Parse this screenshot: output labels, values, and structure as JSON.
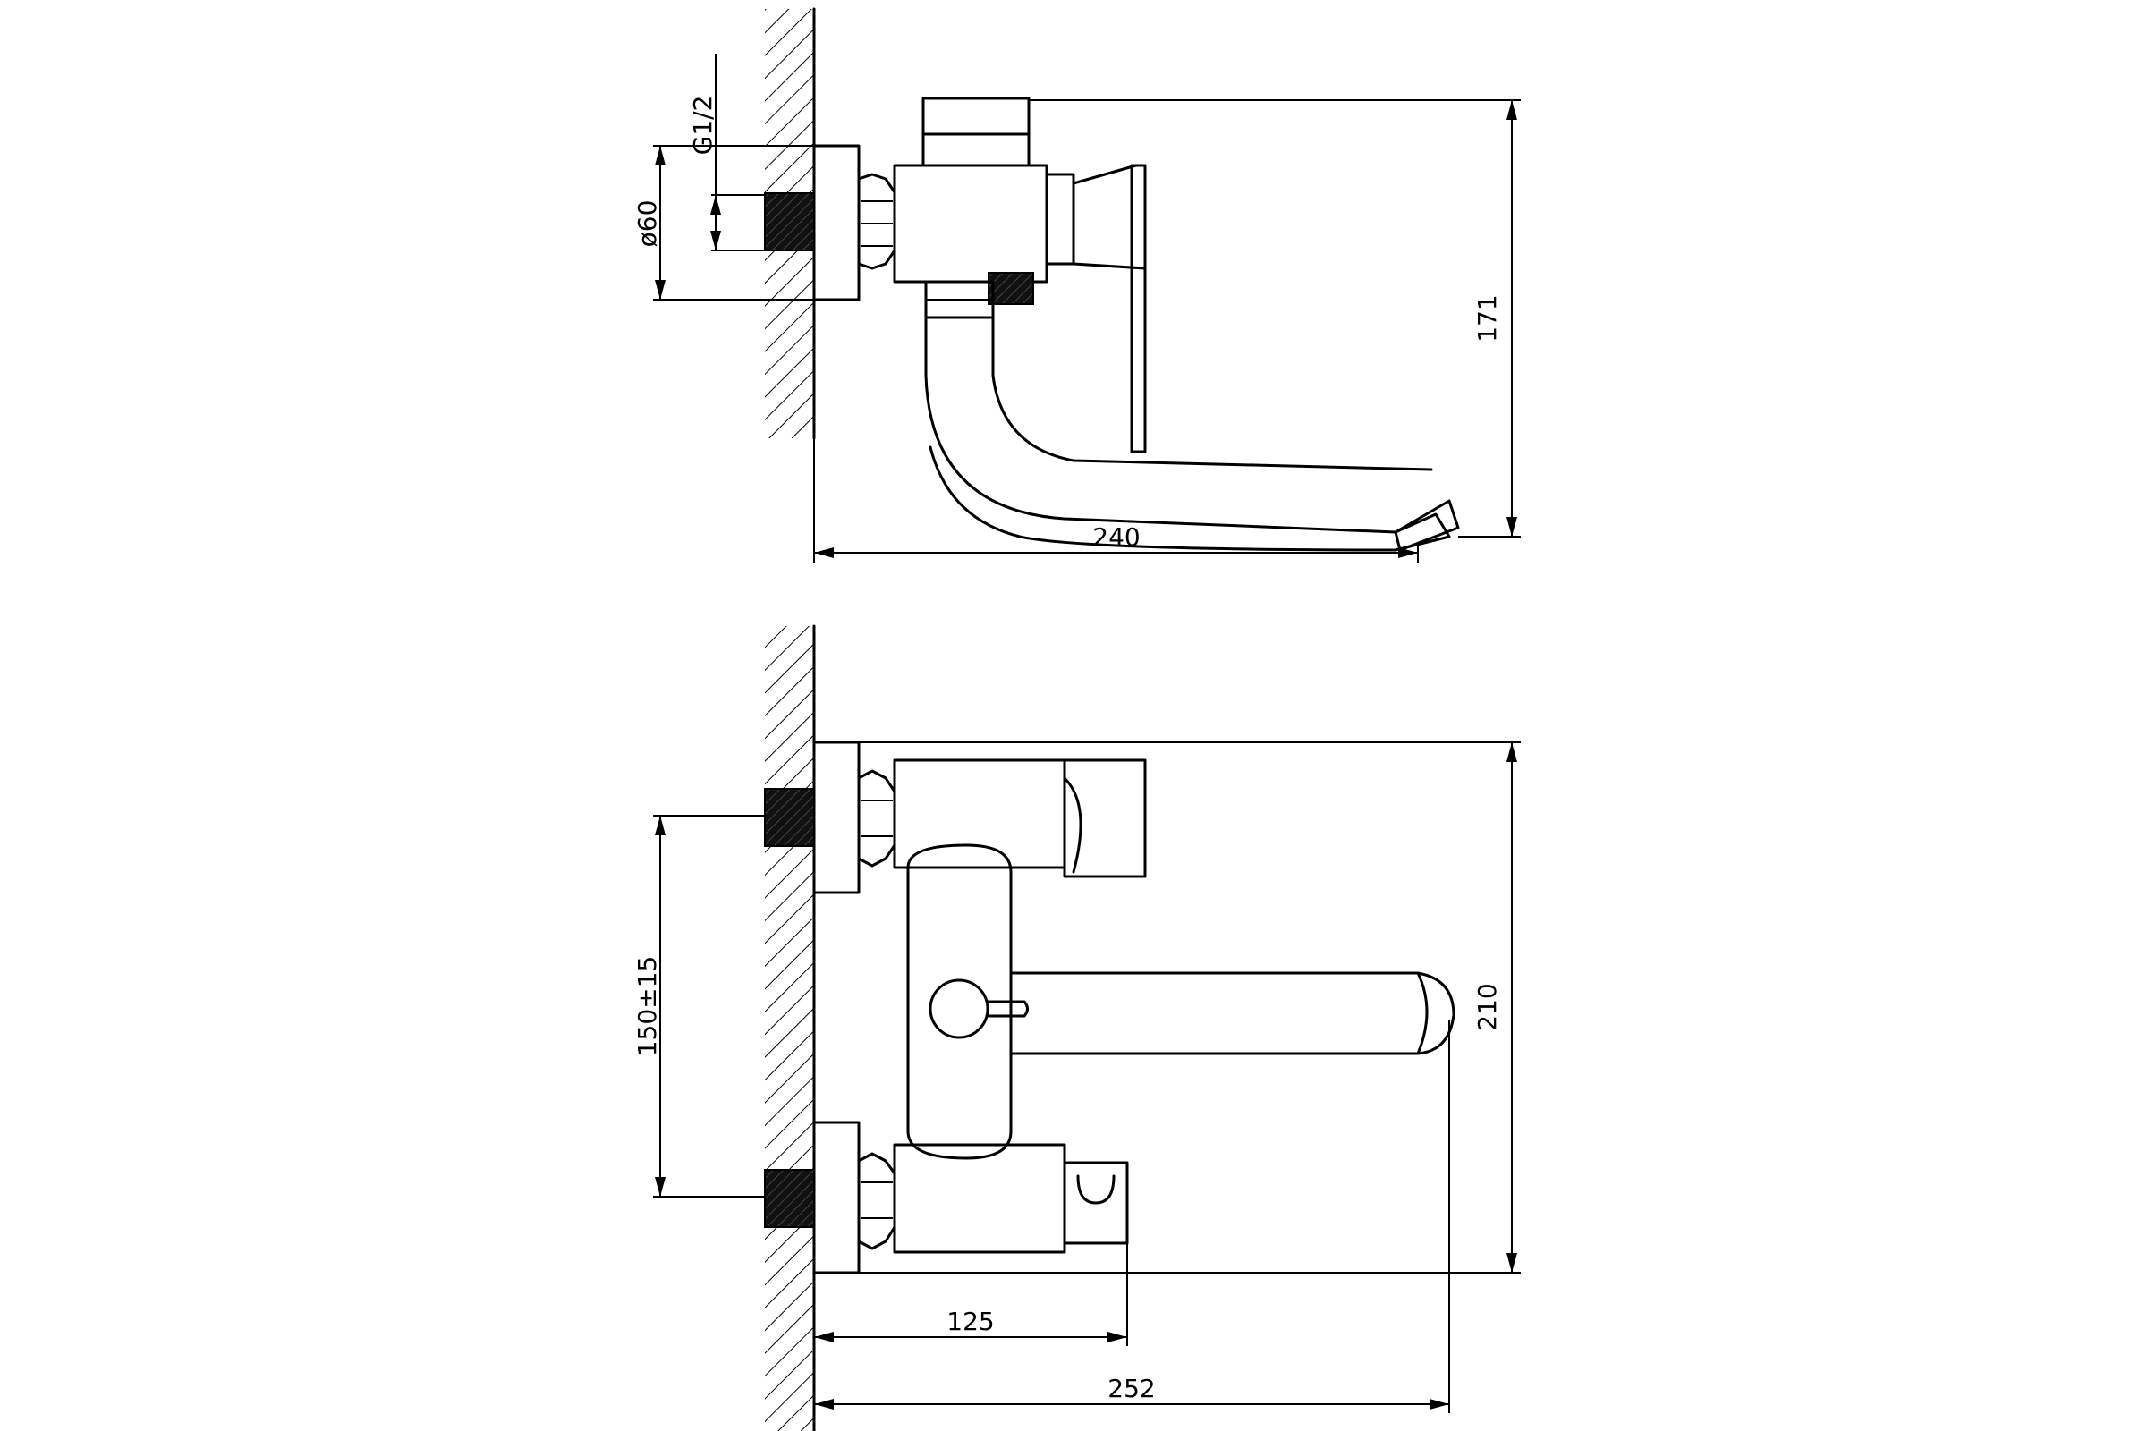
{
  "dimensions": {
    "thread": "G1/2",
    "diameter": "ø60",
    "height_top": "171",
    "reach_top": "240",
    "spacing": "150±15",
    "height_bottom": "210",
    "holder_reach": "125",
    "reach_bottom": "252"
  },
  "colors": {
    "line": "#000000",
    "background": "#ffffff"
  }
}
